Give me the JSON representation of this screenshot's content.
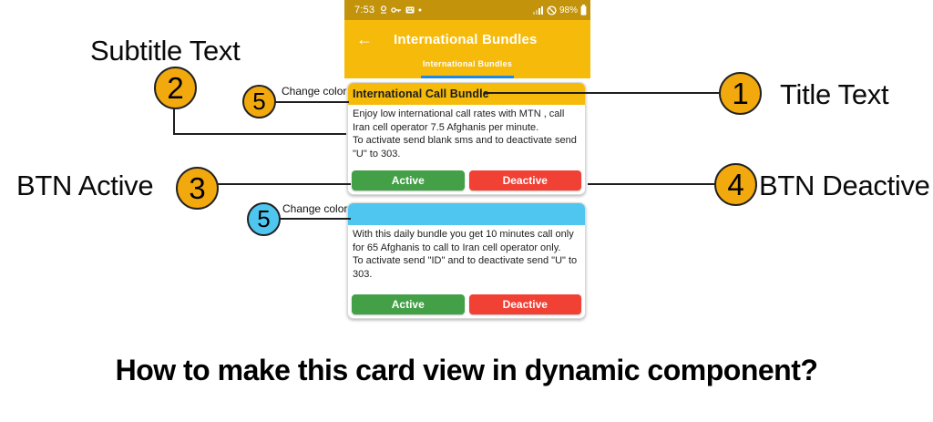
{
  "page": {
    "heading": "How to make this card view in dynamic component?"
  },
  "phone": {
    "status_bar_color": "#C3940B",
    "app_bar_color": "#F6BA0B",
    "status_bar": {
      "time": "7:53",
      "battery_percent": "98%",
      "left_icons": [
        "data-usage-icon",
        "key-icon",
        "keyboard-icon",
        "dot-icon"
      ],
      "right_icons": [
        "signal-icon",
        "no-notification-icon",
        "battery-icon"
      ]
    },
    "app_bar": {
      "back_icon": "arrow-left-icon",
      "title": "International Bundles"
    },
    "tab_bar": {
      "active_tab": "International Bundles",
      "indicator_color": "#1E88E5"
    },
    "button_colors": {
      "active": "#43A047",
      "deactive": "#F14034"
    },
    "cards": [
      {
        "title": "International Call Bundle",
        "header_color": "#F6BA0B",
        "body": "Enjoy low international call rates with MTN , call\nIran cell operator 7.5 Afghanis per minute.\nTo activate send blank sms and to deactivate send\n\"U\" to 303.",
        "buttons": {
          "active": "Active",
          "deactive": "Deactive"
        }
      },
      {
        "title": "",
        "header_color": "#4EC6EF",
        "body": "With this daily bundle you get 10 minutes call only\nfor 65 Afghanis to call to Iran cell operator only.\nTo activate send \"ID\" and to deactivate send \"U\" to\n303.",
        "buttons": {
          "active": "Active",
          "deactive": "Deactive"
        }
      }
    ]
  },
  "annotations": {
    "colors": {
      "marker_orange": "#F2A90E",
      "marker_blue": "#4EC6EF"
    },
    "title": {
      "num": "1",
      "label": "Title Text"
    },
    "subtitle": {
      "num": "2",
      "label": "Subtitle Text"
    },
    "btn_active": {
      "num": "3",
      "label": "BTN Active"
    },
    "btn_deactive": {
      "num": "4",
      "label": "BTN Deactive"
    },
    "change_color_top": {
      "num": "5",
      "label": "Change color"
    },
    "change_color_bottom": {
      "num": "5",
      "label": "Change color"
    }
  }
}
